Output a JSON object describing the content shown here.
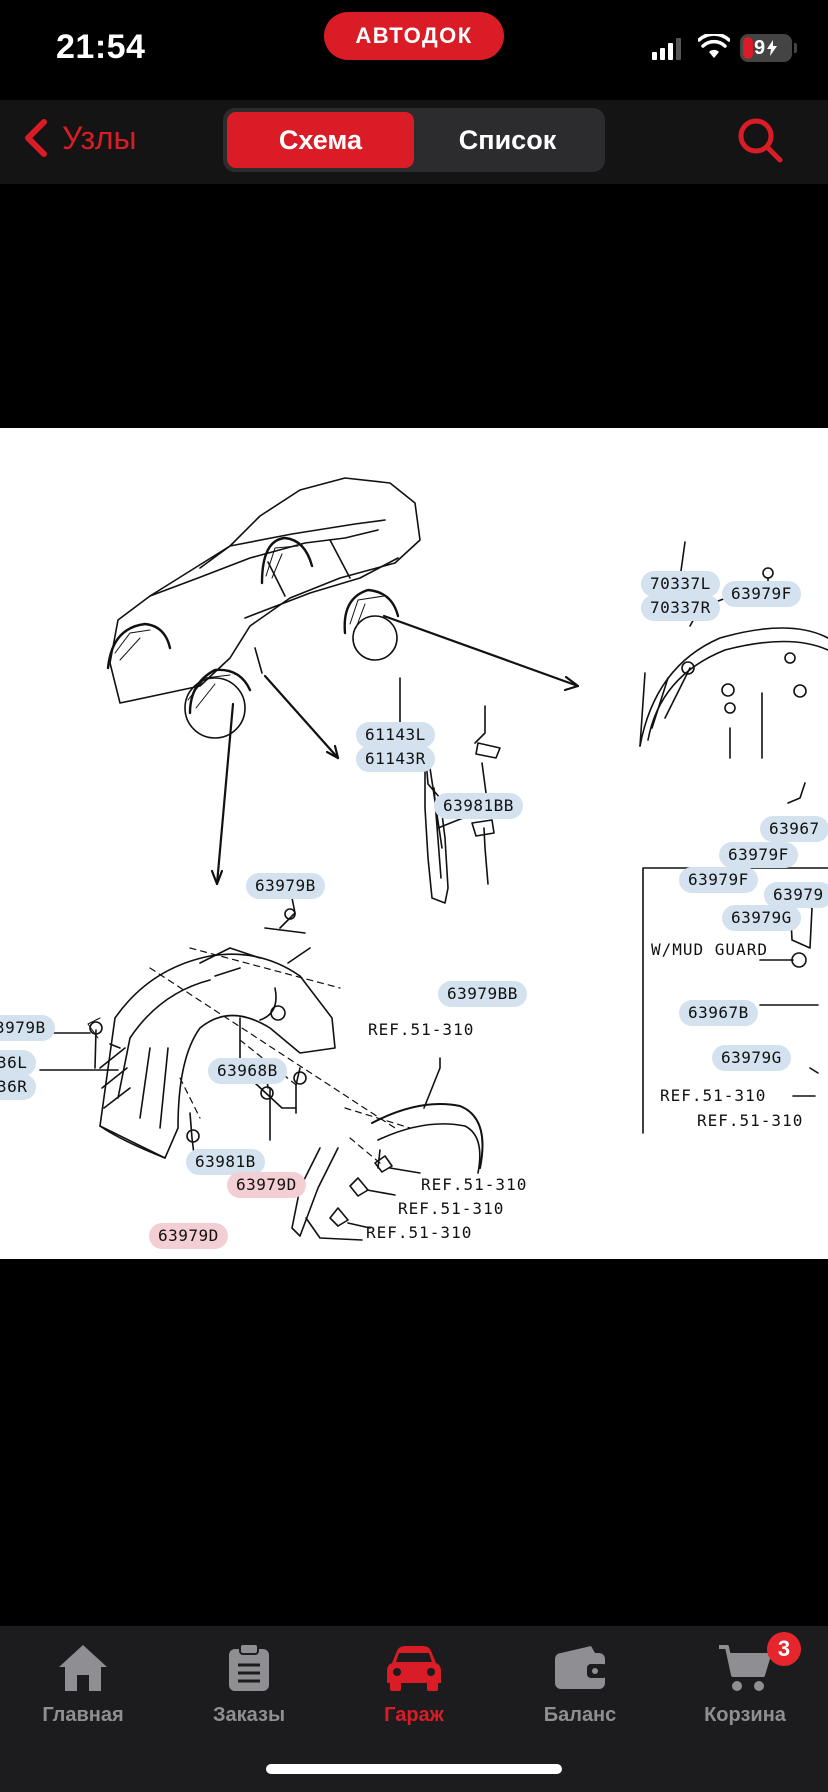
{
  "status_bar": {
    "time": "21:54",
    "brand": "АВТОДОК",
    "battery": "9"
  },
  "nav": {
    "back_label": "Узлы",
    "segments": [
      {
        "label": "Схема",
        "active": true
      },
      {
        "label": "Список",
        "active": false
      }
    ]
  },
  "diagram": {
    "callouts": {
      "c70337l": "70337L",
      "c70337r": "70337R",
      "c63979f_top": "63979F",
      "c61143l": "61143L",
      "c61143r": "61143R",
      "c63981bb": "63981BB",
      "c63967": "63967",
      "c63979f_mid": "63979F",
      "c63979f_low": "63979F",
      "c63979_cut": "63979",
      "c63979g_a": "63979G",
      "c63979b_top": "63979B",
      "c63979bb": "63979BB",
      "c63979b_left": "3979B",
      "c36l": "36L",
      "c36r": "36R",
      "c63968b": "63968B",
      "c63981b": "63981B",
      "c63979d_a": "63979D",
      "c63979d_b": "63979D",
      "c63967b": "63967B",
      "c63979g_b": "63979G"
    },
    "refs": {
      "r1": "REF.51-310",
      "r2": "REF.51-310",
      "r3": "REF.51-310",
      "r4": "REF.51-310",
      "r5": "REF.51-310",
      "r6": "REF.51-310"
    },
    "mud_guard_label": "W/MUD GUARD"
  },
  "tabs": [
    {
      "label": "Главная",
      "icon": "home-icon"
    },
    {
      "label": "Заказы",
      "icon": "orders-icon"
    },
    {
      "label": "Гараж",
      "icon": "car-icon",
      "active": true
    },
    {
      "label": "Баланс",
      "icon": "wallet-icon"
    },
    {
      "label": "Корзина",
      "icon": "cart-icon"
    }
  ],
  "cart_badge": "3",
  "colors": {
    "accent": "#d91c25",
    "callout_blue": "#d3e2ee",
    "callout_pink": "#f3cfd3"
  }
}
